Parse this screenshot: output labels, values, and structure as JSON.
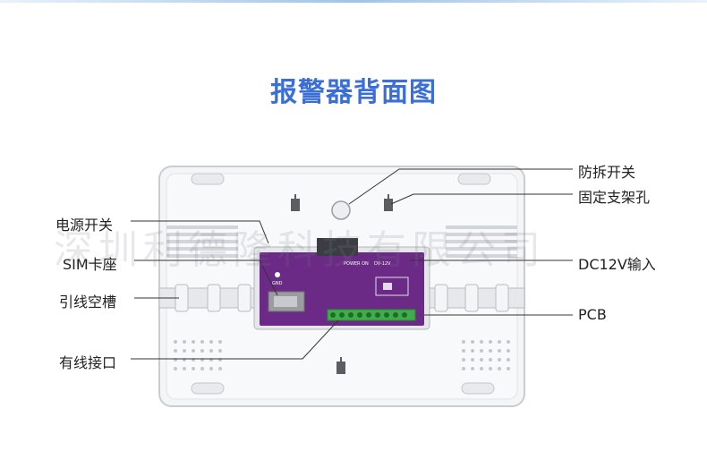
{
  "title": "报警器背面图",
  "watermark": "深圳利德隆科技有限公司",
  "labels": {
    "tamper_switch": "防拆开关",
    "mount_hole": "固定支架孔",
    "power_switch": "电源开关",
    "sim_slot": "SIM卡座",
    "wire_groove": "引线空槽",
    "dc_input": "DC12V输入",
    "pcb": "PCB",
    "wired_port": "有线接口"
  },
  "pcb_text": {
    "power": "POWER ON",
    "dc": "DV-12V",
    "gnd": "GND"
  },
  "colors": {
    "title": "#3a6fd8",
    "pcb": "#6b2a86",
    "terminal": "#3fae4a"
  }
}
